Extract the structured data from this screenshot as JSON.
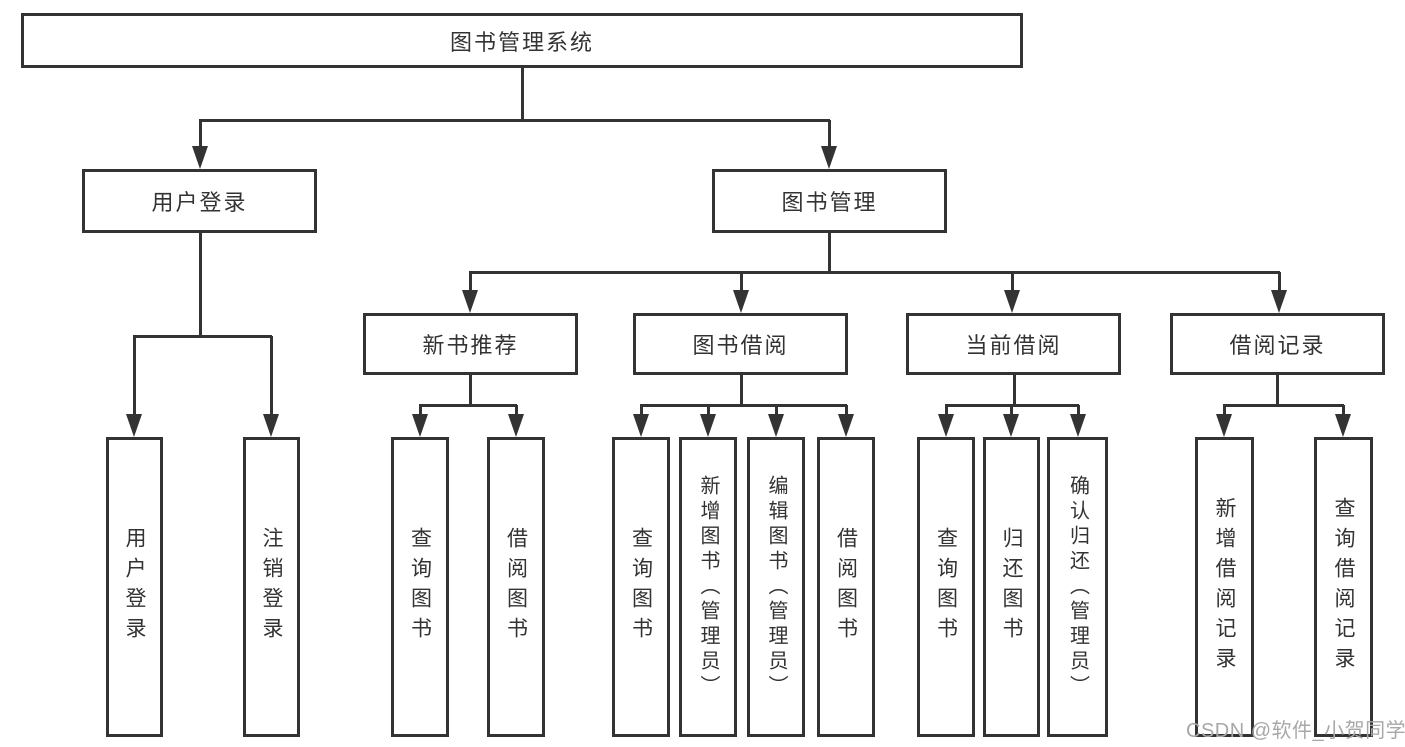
{
  "tree": {
    "root": "图书管理系统",
    "user_login": {
      "label": "用户登录",
      "children": [
        "用户登录",
        "注销登录"
      ]
    },
    "book_mgmt": {
      "label": "图书管理",
      "children": [
        {
          "label": "新书推荐",
          "children": [
            "查询图书",
            "借阅图书"
          ]
        },
        {
          "label": "图书借阅",
          "children": [
            "查询图书",
            "新增图书（管理员）",
            "编辑图书（管理员）",
            "借阅图书"
          ]
        },
        {
          "label": "当前借阅",
          "children": [
            "查询图书",
            "归还图书",
            "确认归还（管理员）"
          ]
        },
        {
          "label": "借阅记录",
          "children": [
            "新增借阅记录",
            "查询借阅记录"
          ]
        }
      ]
    }
  },
  "watermark": "CSDN @软件_小贺同学",
  "colors": {
    "line": "#333333",
    "background": "#ffffff",
    "watermark": "#a8a8a8"
  }
}
